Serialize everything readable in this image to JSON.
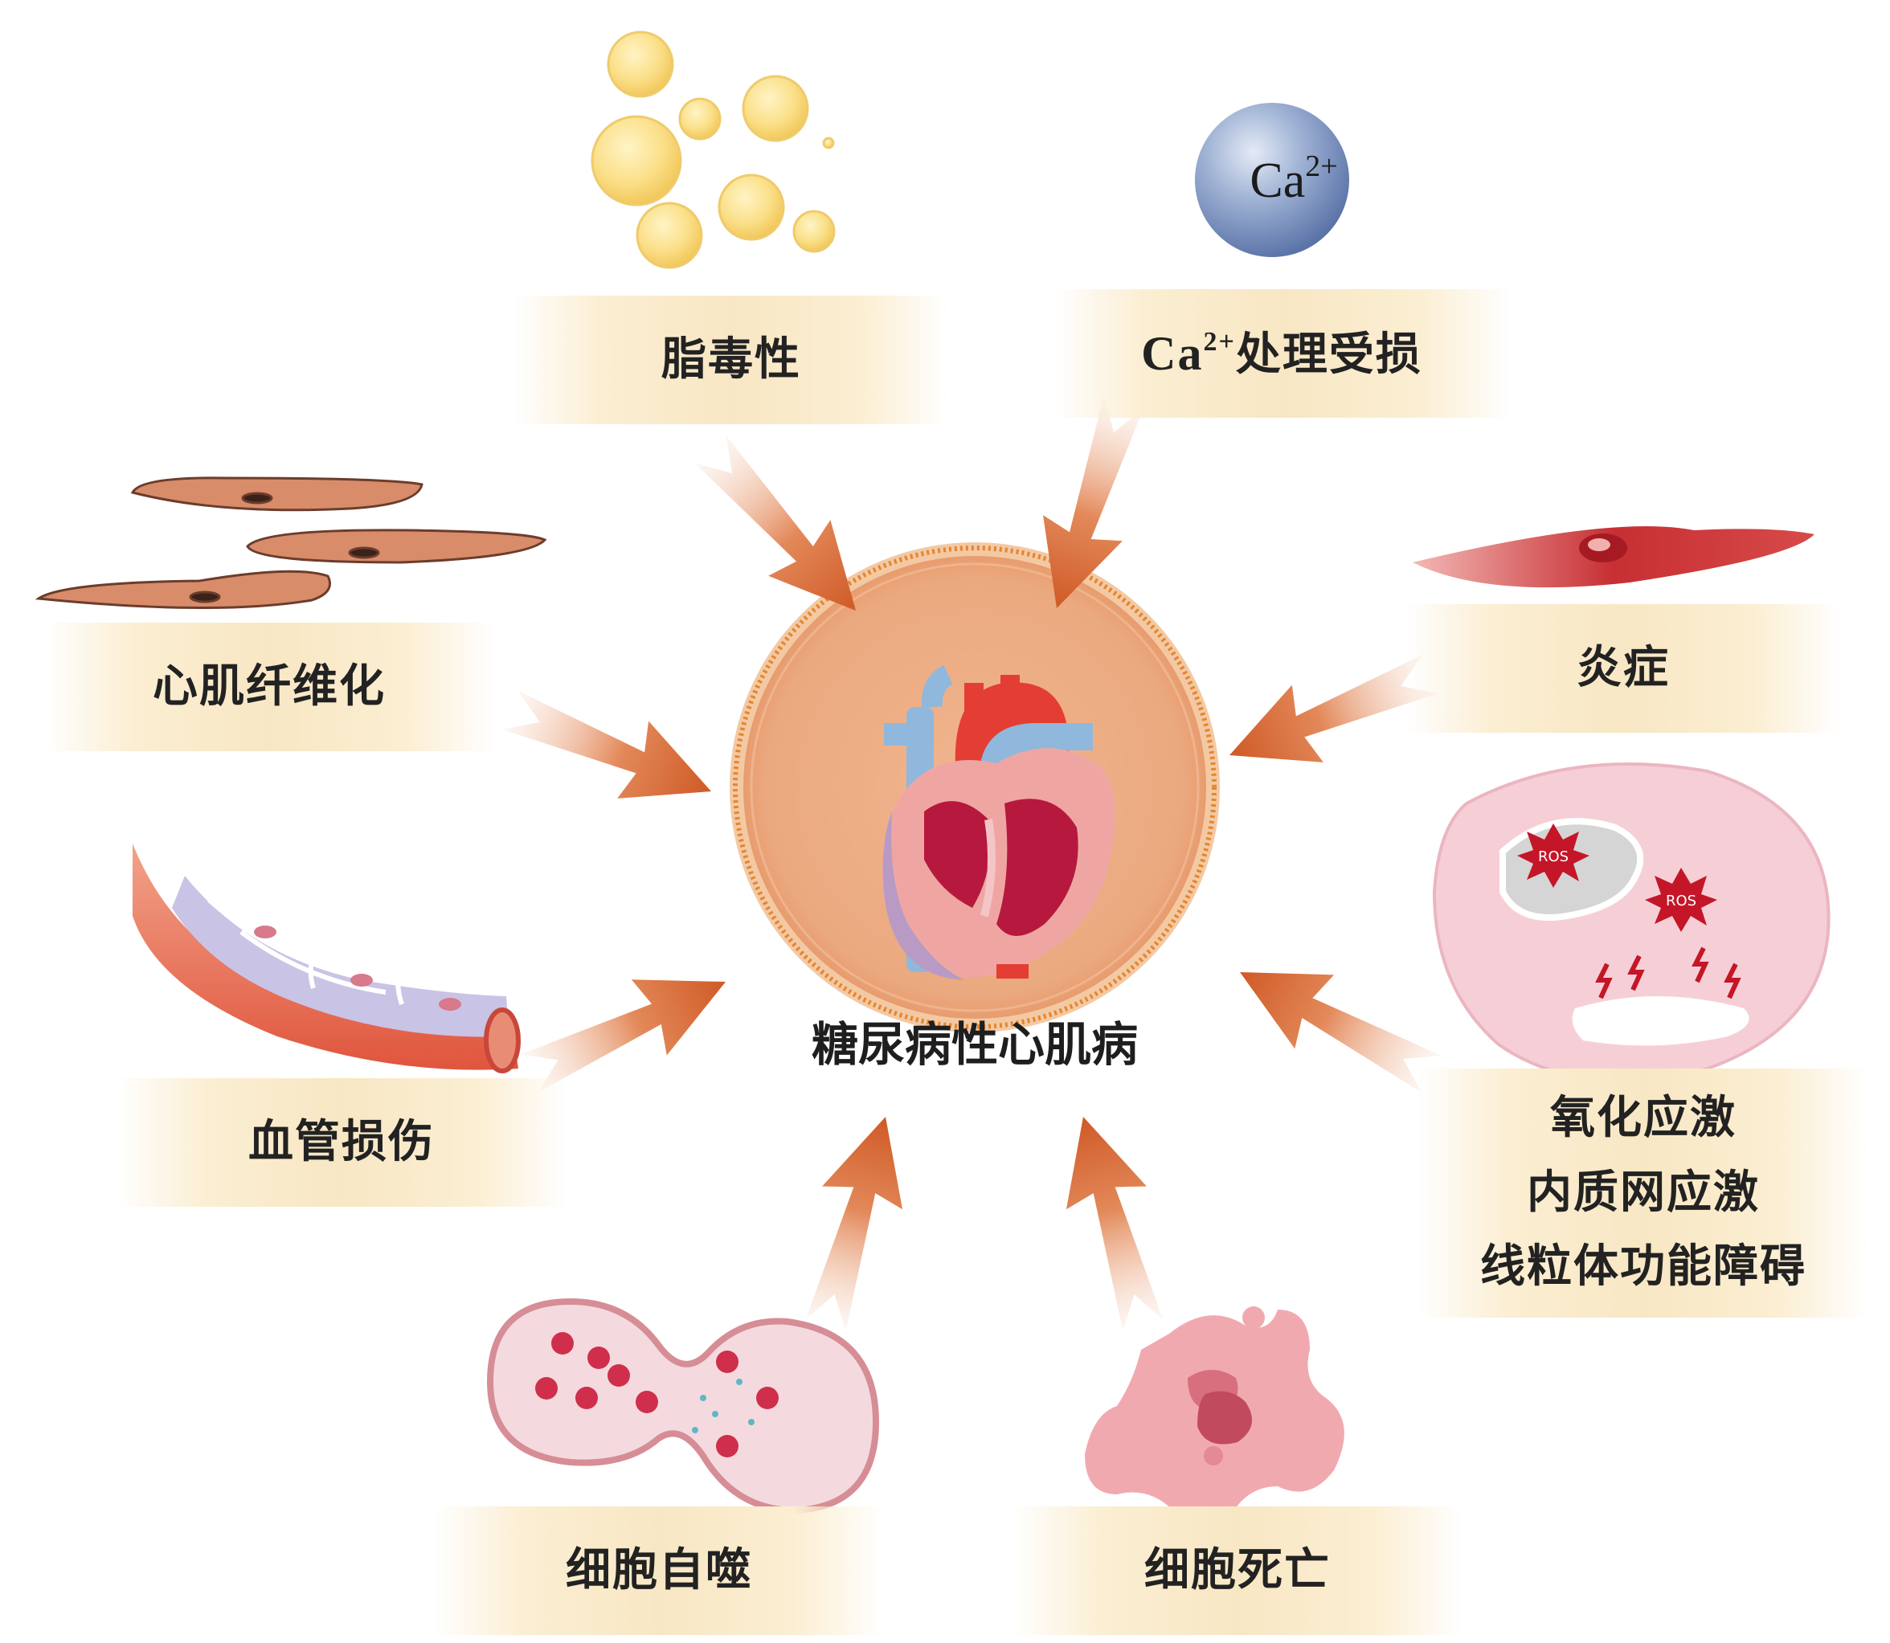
{
  "center": {
    "label": "糖尿病性心肌病"
  },
  "ca_ion": {
    "symbol": "Ca",
    "charge": "2+"
  },
  "factors": {
    "lipotoxicity": "脂毒性",
    "ca_handling": {
      "symbol": "Ca",
      "charge": "2+",
      "text": "处理受损"
    },
    "fibrosis": "心肌纤维化",
    "inflammation": "炎症",
    "stress": [
      "氧化应激",
      "内质网应激",
      "线粒体功能障碍"
    ],
    "vascular": "血管损伤",
    "autophagy": "细胞自噬",
    "death": "细胞死亡"
  },
  "ros_labels": [
    "ROS",
    "ROS"
  ],
  "colors": {
    "arrow": "#d4693a",
    "box": "#f8e7c4",
    "center_ring": "#eeae86",
    "ring_edge": "#e0762f"
  }
}
